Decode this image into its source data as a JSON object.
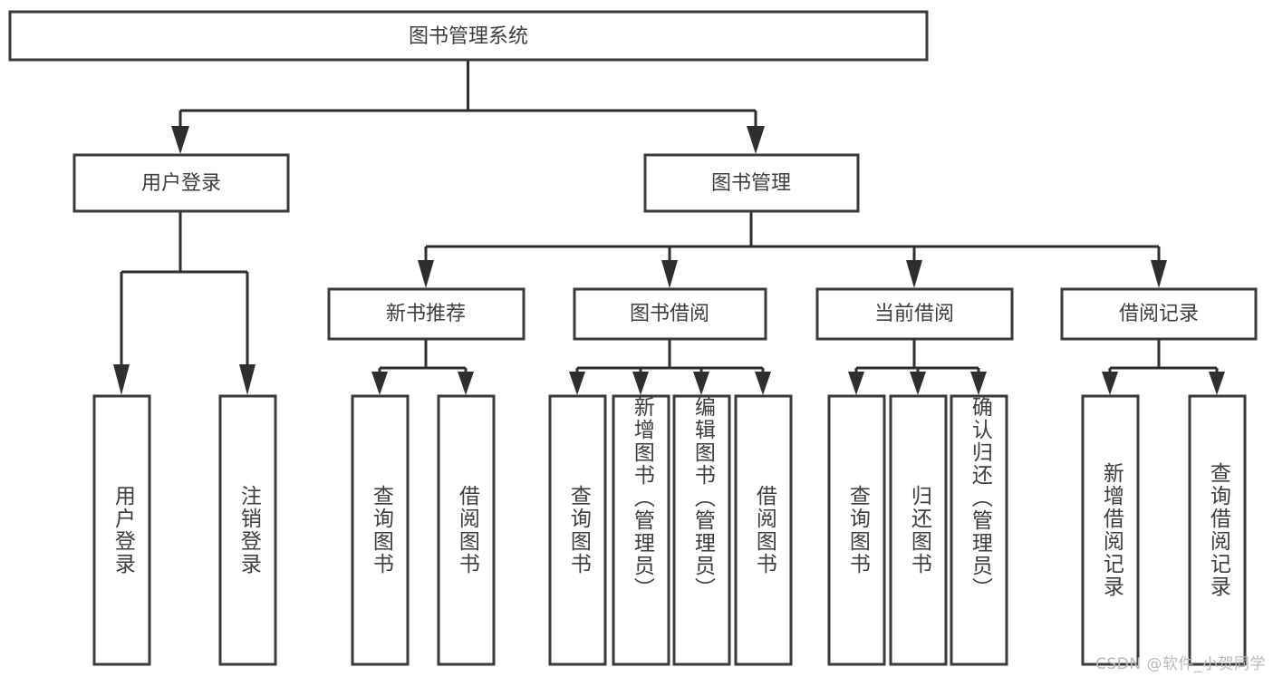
{
  "diagram": {
    "type": "tree",
    "title": "图书管理系统",
    "watermark": "CSDN @软件_小贺同学",
    "colors": {
      "box_stroke": "#3a3a3a",
      "box_fill": "#ffffff",
      "connector": "#2e2e2e",
      "text": "#3d3d3d",
      "watermark": "#b9b9b9",
      "background": "#ffffff"
    },
    "root": {
      "label": "图书管理系统"
    },
    "level2": [
      {
        "label": "用户登录"
      },
      {
        "label": "图书管理"
      }
    ],
    "level3": [
      {
        "label": "新书推荐"
      },
      {
        "label": "图书借阅"
      },
      {
        "label": "当前借阅"
      },
      {
        "label": "借阅记录"
      }
    ],
    "leaves": {
      "user_login": [
        {
          "label": "用户登录"
        },
        {
          "label": "注销登录"
        }
      ],
      "new_book_recommend": [
        {
          "label": "查询图书"
        },
        {
          "label": "借阅图书"
        }
      ],
      "book_borrow": [
        {
          "label": "查询图书"
        },
        {
          "label": "新增图书（管理员）"
        },
        {
          "label": "编辑图书（管理员）"
        },
        {
          "label": "借阅图书"
        }
      ],
      "current_borrow": [
        {
          "label": "查询图书"
        },
        {
          "label": "归还图书"
        },
        {
          "label": "确认归还（管理员）"
        }
      ],
      "borrow_record": [
        {
          "label": "新增借阅记录"
        },
        {
          "label": "查询借阅记录"
        }
      ]
    }
  }
}
